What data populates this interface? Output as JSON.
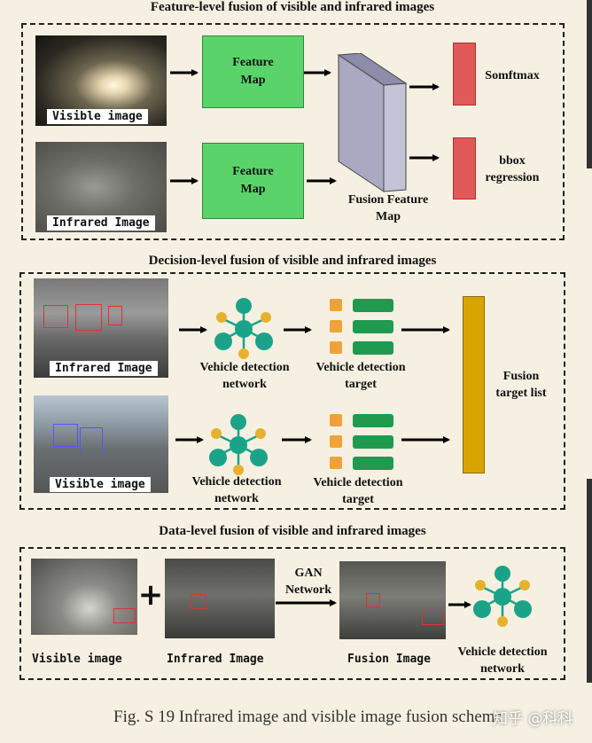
{
  "sections": {
    "feature": {
      "title": "Feature-level fusion of visible and infrared images",
      "visible_caption": "Visible image",
      "infrared_caption": "Infrared Image",
      "feature_map_1": "Feature\nMap",
      "feature_map_2": "Feature\nMap",
      "fusion_map": "Fusion Feature\nMap",
      "softmax": "Somftmax",
      "bbox": "bbox\nregression"
    },
    "decision": {
      "title": "Decision-level fusion of visible and infrared images",
      "infrared_caption": "Infrared Image",
      "visible_caption": "Visible image",
      "network_1": "Vehicle detection\nnetwork",
      "target_1": "Vehicle detection\ntarget",
      "network_2": "Vehicle detection\nnetwork",
      "target_2": "Vehicle detection\ntarget",
      "fusion_list": "Fusion\ntarget list"
    },
    "data": {
      "title": "Data-level fusion of visible and infrared images",
      "visible_caption": "Visible image",
      "infrared_caption": "Infrared Image",
      "fusion_caption": "Fusion Image",
      "gan": "GAN\nNetwork",
      "network": "Vehicle detection\nnetwork",
      "plus": "+"
    }
  },
  "figure_caption": "Fig. S 19 Infrared image and visible image fusion scheme",
  "watermark": "知乎 @科科",
  "colors": {
    "background": "#f5f0e1",
    "feature_map": "#5ad46a",
    "fusion_cube": "#b3b3cc",
    "output_bar": "#e05a5a",
    "gold_bar": "#d9a400",
    "network_teal": "#1aa389",
    "network_gold": "#e6b22e",
    "target_orange": "#f0a23a",
    "target_green": "#1f9a4f"
  },
  "icons": [
    "arrow-right-icon",
    "network-icon",
    "target-list-icon"
  ]
}
